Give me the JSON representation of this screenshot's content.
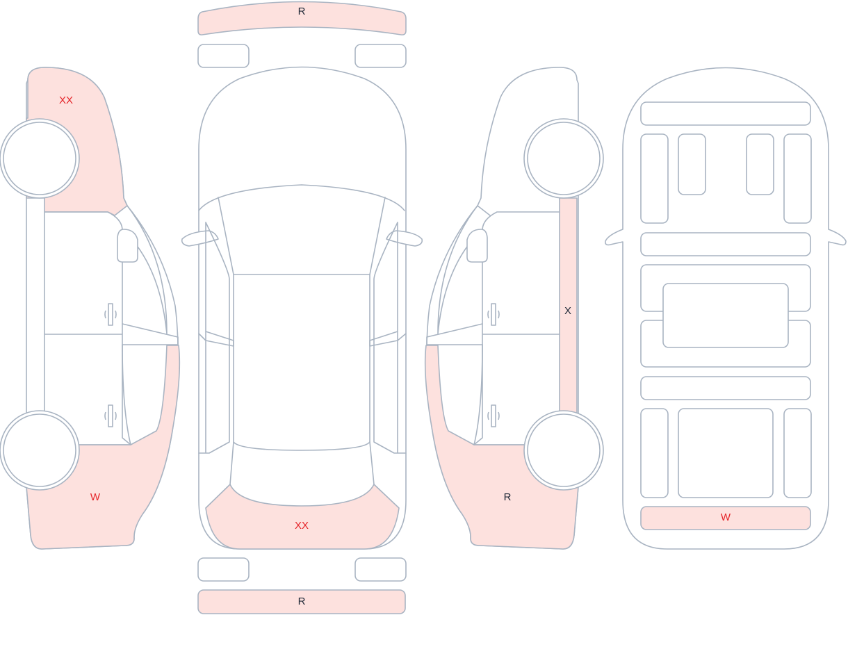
{
  "theme": {
    "stroke": "#a9b4c2",
    "damaged_fill": "#fde1de",
    "severe_label": "#e5252a",
    "minor_label": "#1f2937"
  },
  "labels": {
    "front_bumper": "R",
    "rear_bumper": "R",
    "hood": "XX",
    "left_front_fender": "XX",
    "left_rear_quarter": "W",
    "right_rocker": "X",
    "right_rear_quarter": "R",
    "underbody_front_panel": "W"
  }
}
